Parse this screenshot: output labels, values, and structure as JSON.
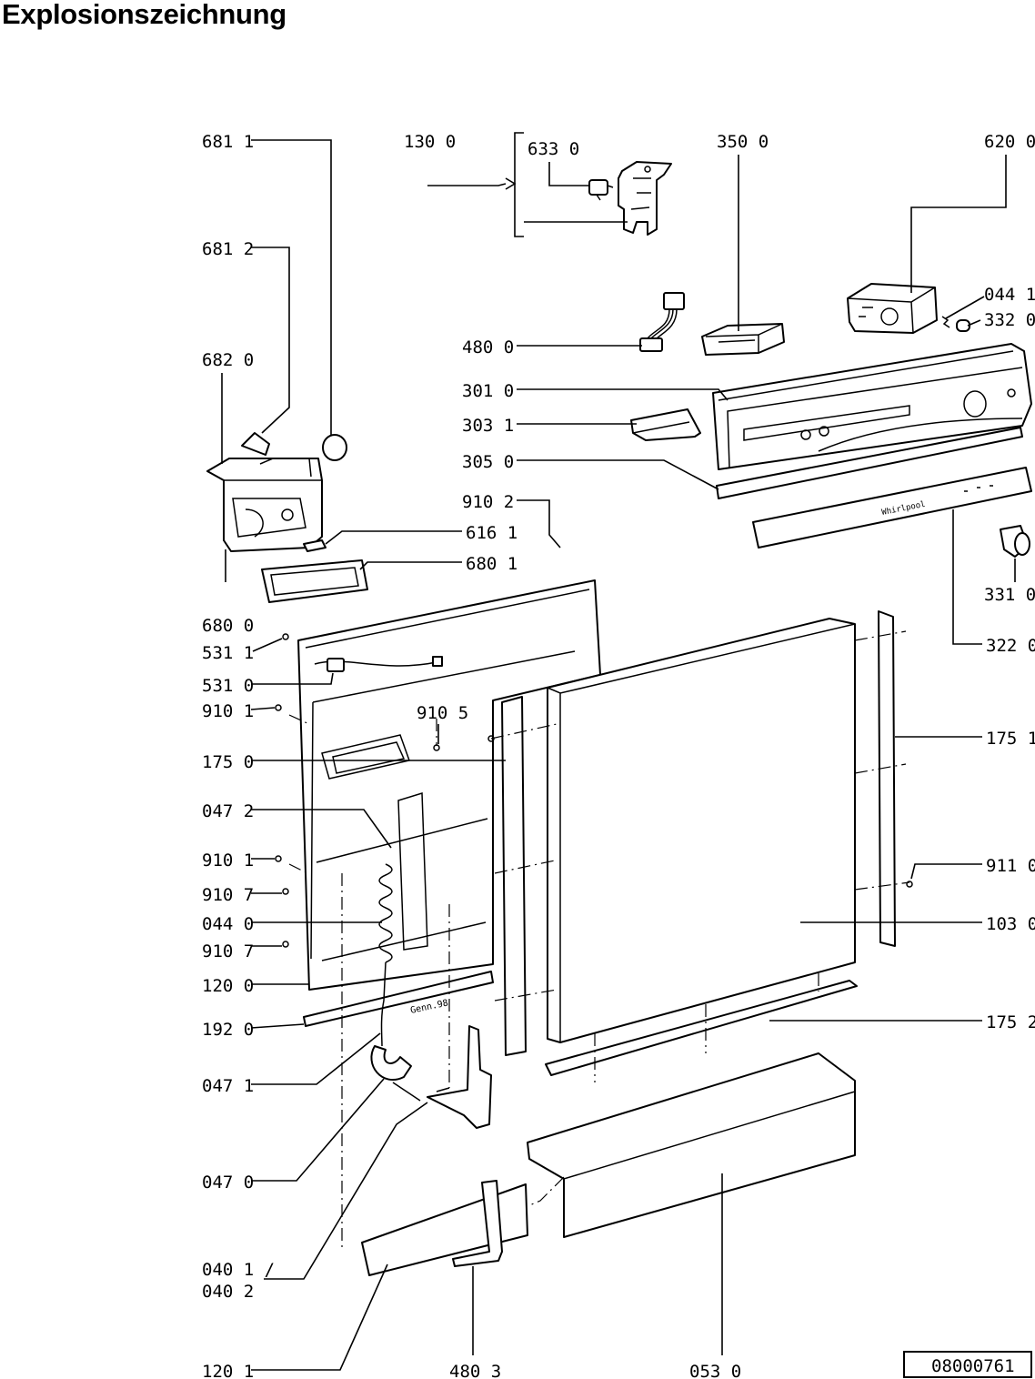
{
  "page_title": "Explosionszeichnung",
  "reference_code": "08000761",
  "callouts": {
    "c6811": "681 1",
    "c1300": "130 0",
    "c6330": "633 0",
    "c3500": "350 0",
    "c6200": "620 0",
    "c6812": "681 2",
    "c0441": "044 1",
    "c3320": "332 0",
    "c4800": "480 0",
    "c6820": "682 0",
    "c3010": "301 0",
    "c3031": "303 1",
    "c3050": "305 0",
    "c9102": "910 2",
    "c6161": "616 1",
    "c6801": "680 1",
    "c3310": "331 0",
    "c6800": "680 0",
    "c3220": "322 0",
    "c5311": "531 1",
    "c5310": "531 0",
    "c9101a": "910 1",
    "c9105": "910 5",
    "c1751": "175 1",
    "c1750": "175 0",
    "c0472": "047 2",
    "c9101b": "910 1",
    "c9110": "911 0",
    "c9107a": "910 7",
    "c0440": "044 0",
    "c1030": "103 0",
    "c9107b": "910 7",
    "c1200": "120 0",
    "c1920": "192 0",
    "c1752": "175 2",
    "c0471": "047 1",
    "c0470": "047 0",
    "c0401": "040 1 /",
    "c0402": "040 2",
    "c1201": "120 1",
    "c4803": "480 3",
    "c0530": "053 0"
  },
  "embossed_text": {
    "brand": "Whirlpool",
    "stamp": "Genn.98"
  }
}
